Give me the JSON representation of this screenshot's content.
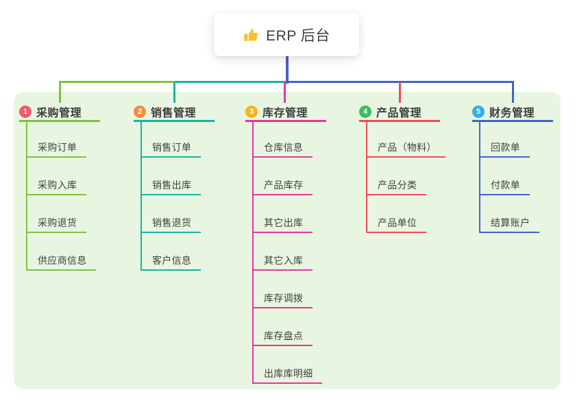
{
  "canvas": {
    "page_bg": "#ffffff",
    "panel_bg": "#e8f6e1"
  },
  "root": {
    "label": "ERP 后台",
    "icon": "thumbs-up-icon",
    "icon_color": "#f5c12e",
    "connector_color": "#4a5ed2"
  },
  "branches": [
    {
      "num": "1",
      "label": "采购管理",
      "badge_color": "#f6596b",
      "line_color": "#7fc142",
      "children": [
        "采购订单",
        "采购入库",
        "采购退货",
        "供应商信息"
      ]
    },
    {
      "num": "2",
      "label": "销售管理",
      "badge_color": "#fa8c3e",
      "line_color": "#16b3a6",
      "children": [
        "销售订单",
        "销售出库",
        "销售退货",
        "客户信息"
      ]
    },
    {
      "num": "3",
      "label": "库存管理",
      "badge_color": "#f9b21f",
      "line_color": "#e8359c",
      "children": [
        "仓库信息",
        "产品库存",
        "其它出库",
        "其它入库",
        "库存调拨",
        "库存盘点",
        "出库库明细"
      ]
    },
    {
      "num": "4",
      "label": "产品管理",
      "badge_color": "#3cbd62",
      "line_color": "#f2495c",
      "children": [
        "产品（物料）",
        "产品分类",
        "产品单位"
      ]
    },
    {
      "num": "5",
      "label": "财务管理",
      "badge_color": "#33aee8",
      "line_color": "#4262cd",
      "children": [
        "回款单",
        "付款单",
        "结算账户"
      ]
    }
  ]
}
